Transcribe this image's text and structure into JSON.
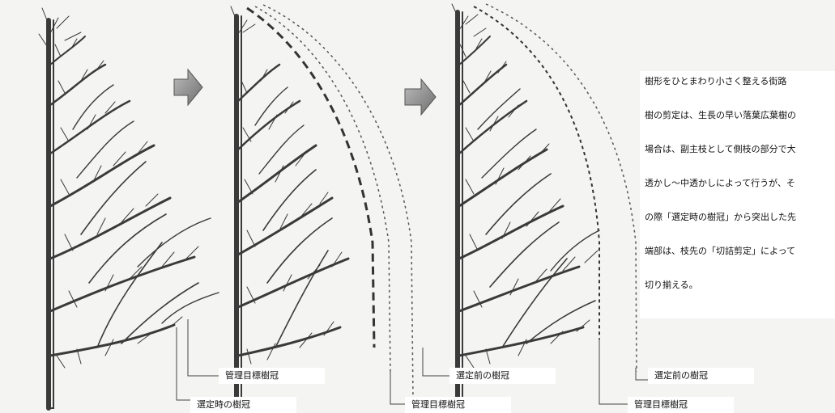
{
  "panels": [
    {
      "label_top": "",
      "labels": [
        {
          "id": "p1-target",
          "text": "管理目標樹冠"
        },
        {
          "id": "p1-selected",
          "text": "選定時の樹冠"
        }
      ]
    },
    {
      "labels": [
        {
          "id": "p2-before",
          "text": "選定前の樹冠"
        },
        {
          "id": "p2-target",
          "text": "管理目標樹冠"
        }
      ]
    },
    {
      "labels": [
        {
          "id": "p3-before",
          "text": "選定前の樹冠"
        },
        {
          "id": "p3-target",
          "text": "管理目標樹冠"
        }
      ]
    }
  ],
  "caption_lines": [
    "樹形をひとまわり小さく整える街路",
    "樹の剪定は、生長の早い落葉広葉樹の",
    "場合は、副主枝として側枝の部分で大",
    "透かし～中透かしによって行うが、そ",
    "の際「選定時の樹冠」から突出した先",
    "端部は、枝先の「切詰剪定」によって",
    "切り揃える。"
  ],
  "icons": [
    "arrow-right-icon",
    "arrow-right-icon"
  ]
}
